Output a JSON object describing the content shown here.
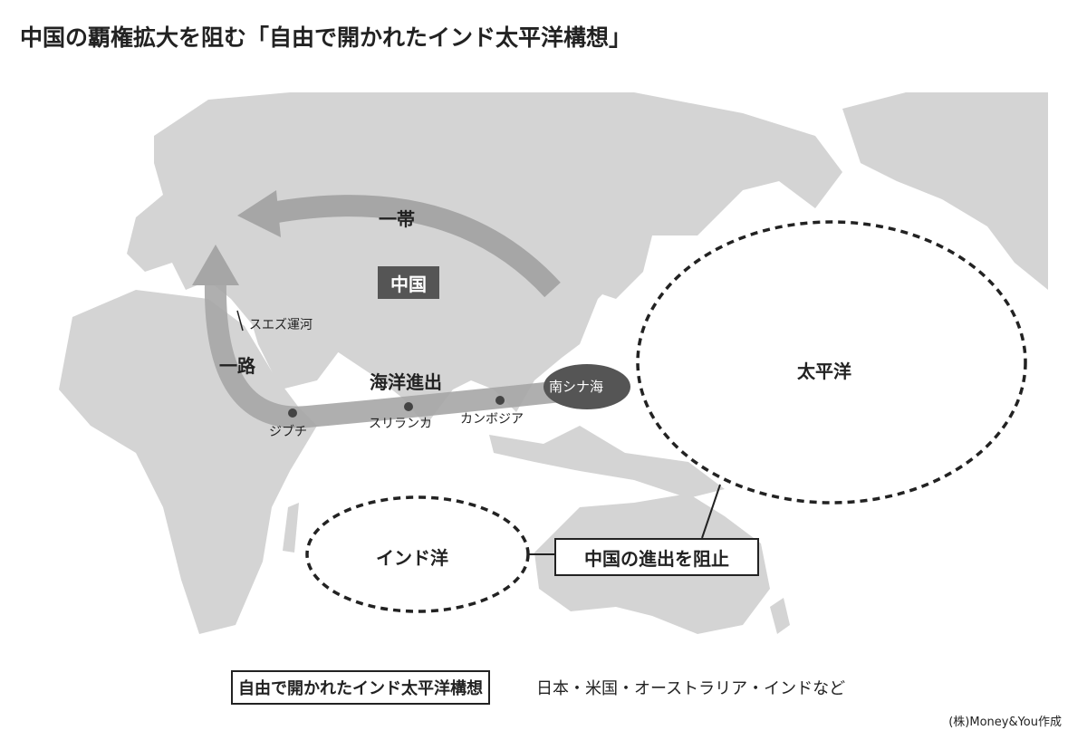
{
  "title": "中国の覇権拡大を阻む「自由で開かれたインド太平洋構想」",
  "map": {
    "china_label": "中国",
    "belt_label": "一帯",
    "road_label": "一路",
    "suez_label": "スエズ運河",
    "maritime_label": "海洋進出",
    "djibouti_label": "ジブチ",
    "srilanka_label": "スリランカ",
    "cambodia_label": "カンボジア",
    "south_china_sea_label": "南シナ海",
    "pacific_label": "太平洋",
    "indian_ocean_label": "インド洋",
    "block_label": "中国の進出を阻止"
  },
  "legend": {
    "boxed": "自由で開かれたインド太平洋構想",
    "text": "日本・米国・オーストラリア・インドなど"
  },
  "credit": "(株)Money&You作成",
  "colors": {
    "land": "#d4d4d4",
    "arrow": "#a6a6a6",
    "dark": "#555555"
  }
}
